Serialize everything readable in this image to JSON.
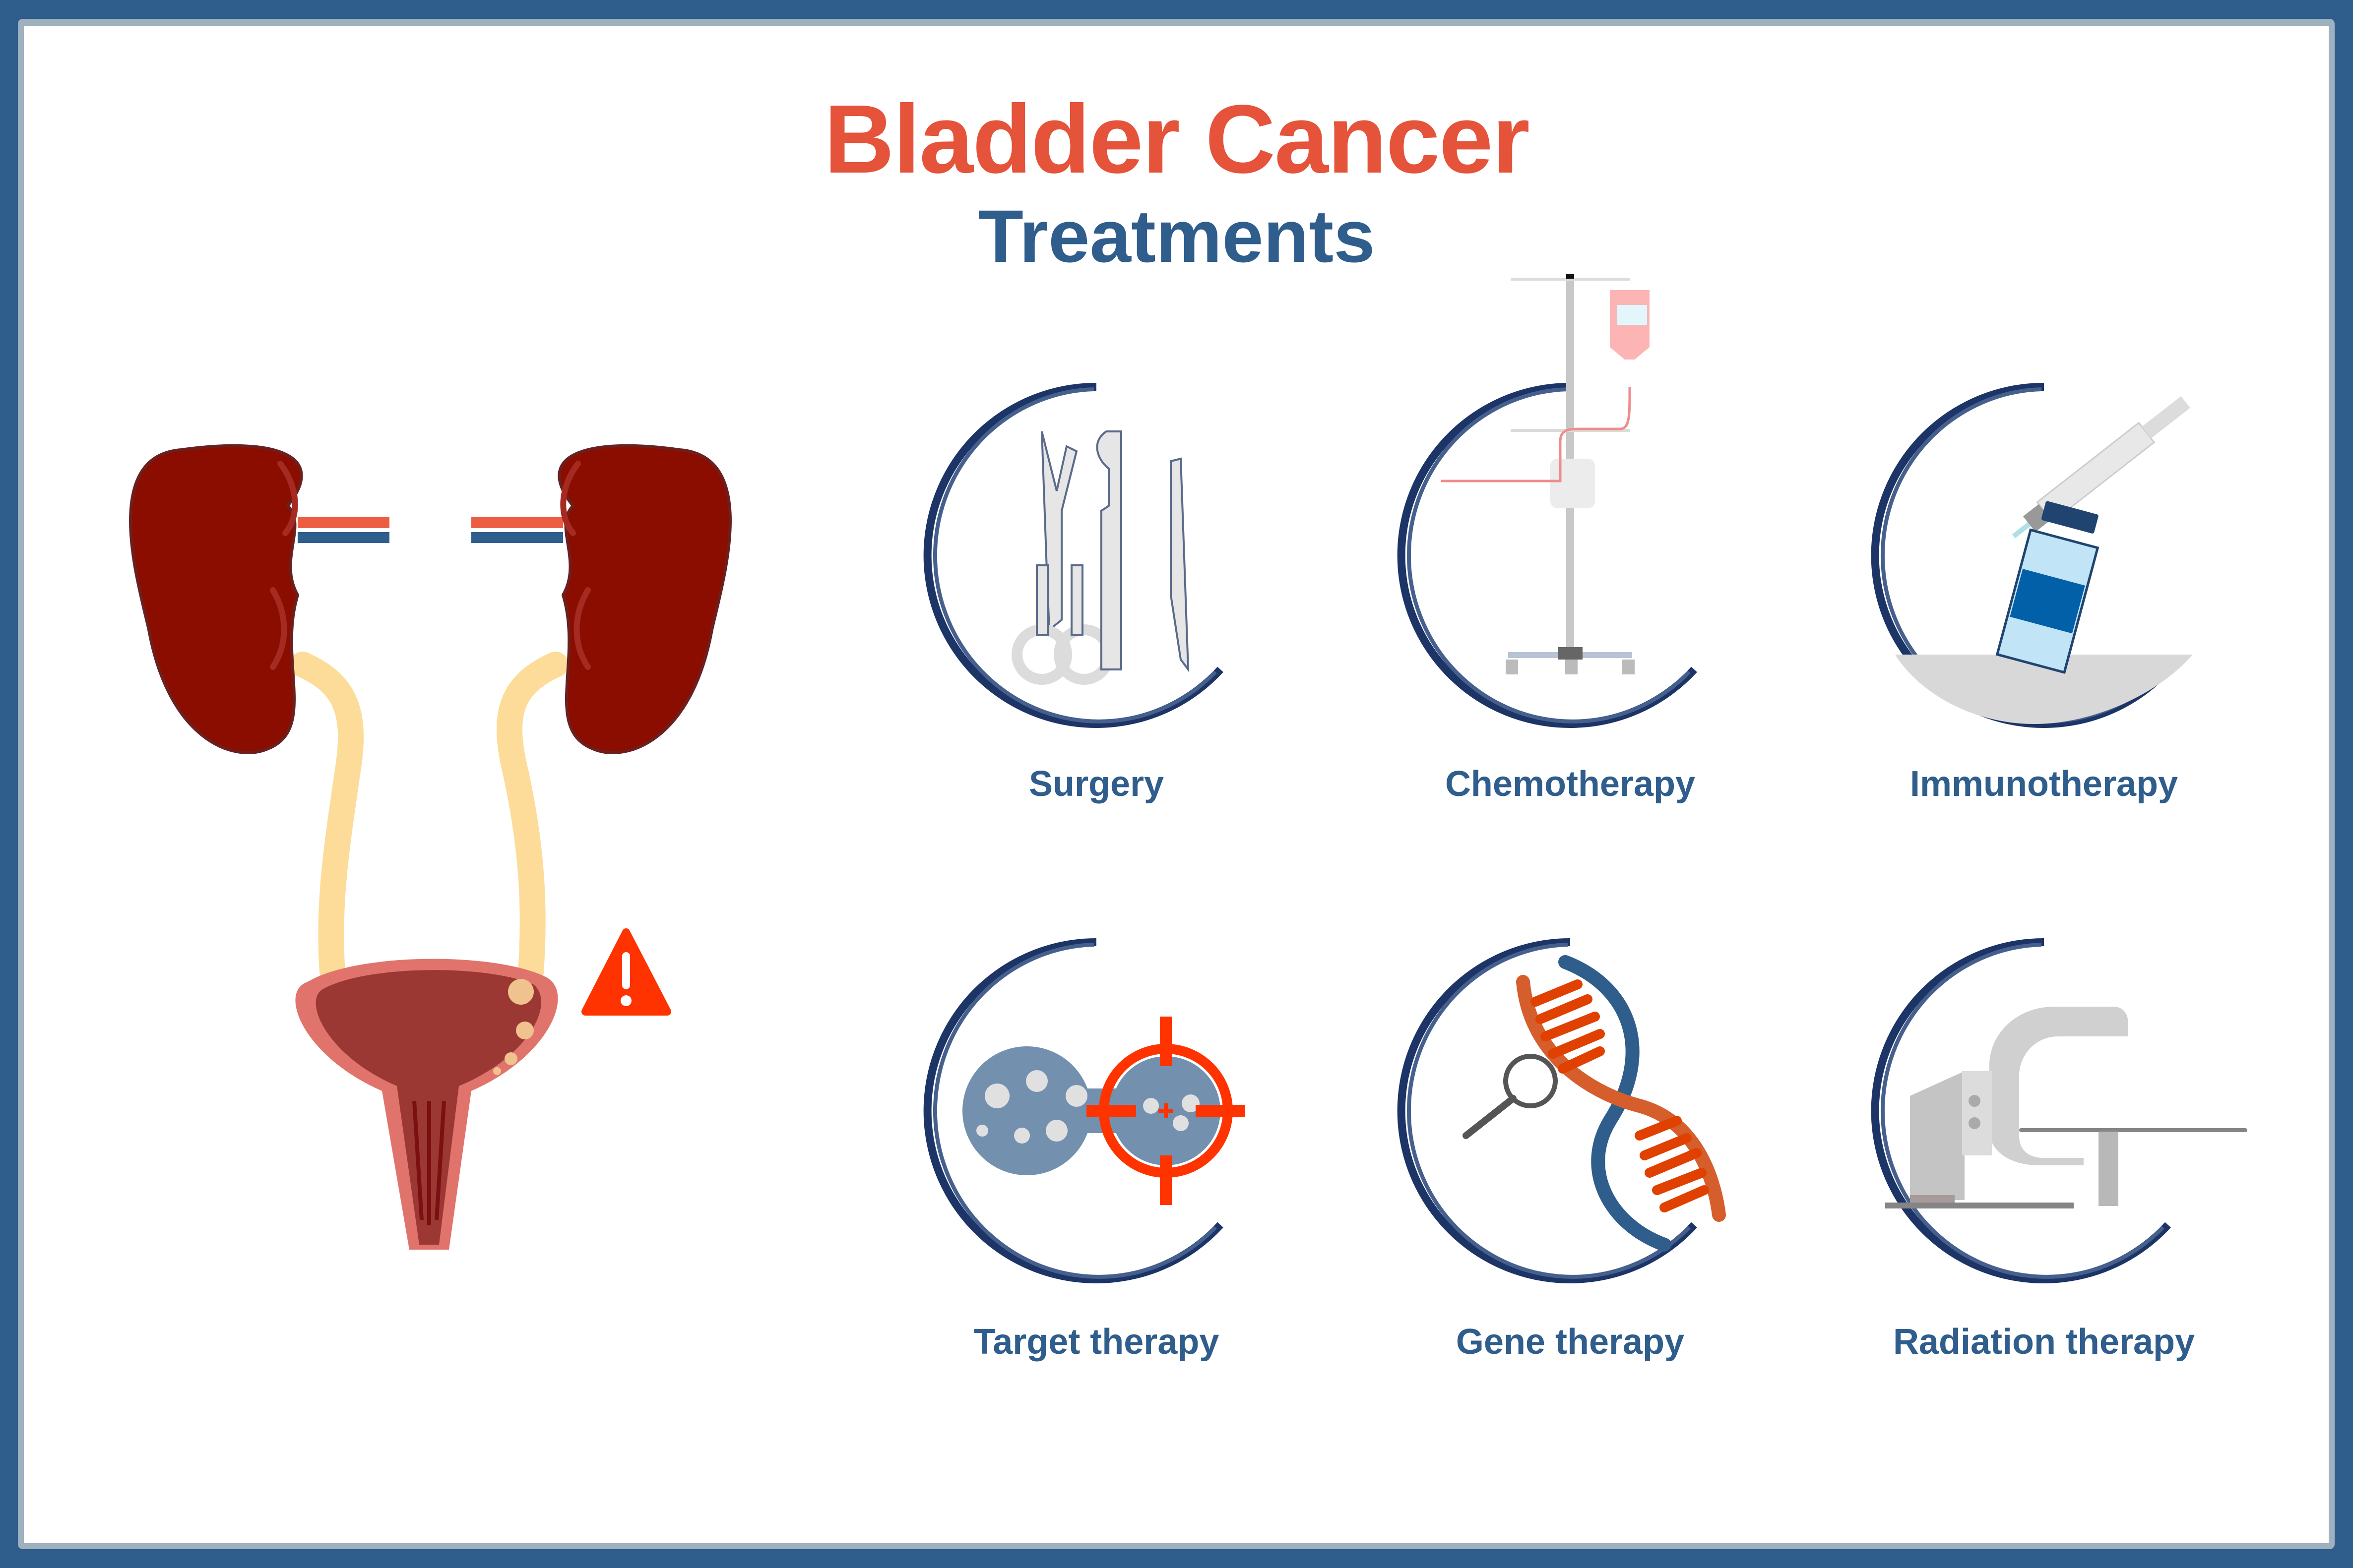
{
  "header": {
    "title": "Bladder Cancer",
    "subtitle": "Treatments"
  },
  "colors": {
    "frame": "#2f5d8c",
    "frame_inner": "#9fb0bf",
    "title": "#e4533a",
    "subtitle": "#2f5d8c",
    "label": "#2f5d8c",
    "arc": "#1c3466",
    "kidney": "#8b0d00",
    "warning": "#ff3300"
  },
  "anatomy": {
    "organs": [
      "left-kidney",
      "right-kidney",
      "ureters",
      "bladder-with-tumors"
    ],
    "warning_icon": "warning-triangle-icon"
  },
  "treatments": [
    {
      "label": "Surgery",
      "icon": "surgical-instruments-icon"
    },
    {
      "label": "Chemotherapy",
      "icon": "iv-drip-stand-icon"
    },
    {
      "label": "Immunotherapy",
      "icon": "syringe-vial-icon"
    },
    {
      "label": "Target therapy",
      "icon": "targeted-cell-crosshair-icon"
    },
    {
      "label": "Gene therapy",
      "icon": "dna-magnifier-icon"
    },
    {
      "label": "Radiation therapy",
      "icon": "radiation-machine-icon"
    }
  ]
}
